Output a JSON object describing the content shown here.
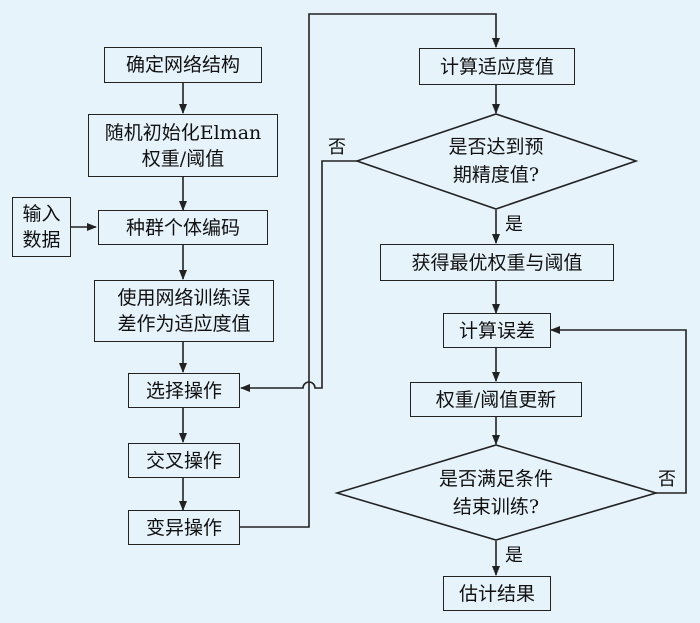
{
  "nodes": {
    "confirm_structure": "确定网络结构",
    "random_init": "随机初始化Elman\n权重/阈值",
    "input_data": "输入\n数据",
    "encode": "种群个体编码",
    "fitness_error": "使用网络训练误\n差作为适应度值",
    "select": "选择操作",
    "crossover": "交叉操作",
    "mutation": "变异操作",
    "calc_fitness": "计算适应度值",
    "reach_precision": "是否达到预\n期精度值?",
    "best_weights": "获得最优权重与阈值",
    "calc_error": "计算误差",
    "update_weights": "权重/阈值更新",
    "end_training": "是否满足条件\n结束训练?",
    "estimate": "估计结果"
  },
  "labels": {
    "no_top": "否",
    "yes_top": "是",
    "no_bottom": "否",
    "yes_bottom": "是"
  }
}
